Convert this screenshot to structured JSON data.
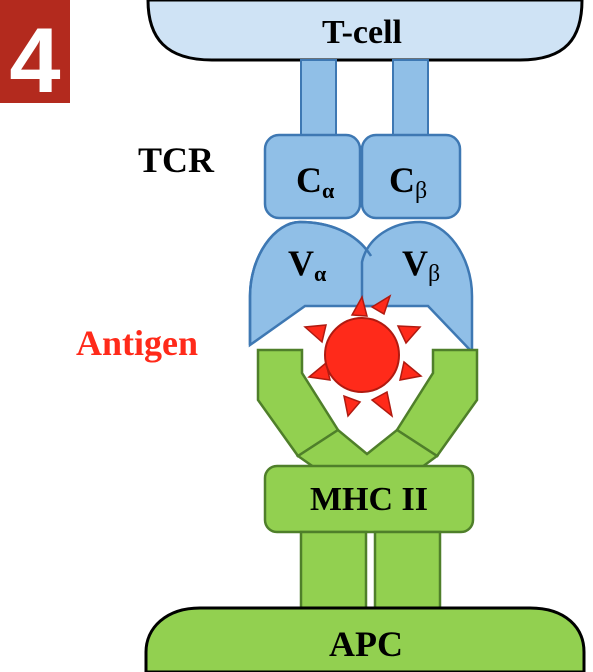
{
  "badge": {
    "text": "4",
    "color": "#b32a1e"
  },
  "labels": {
    "tcell": "T-cell",
    "tcr": "TCR",
    "c_alpha_main": "C",
    "c_alpha_sub": "α",
    "c_beta_main": "C",
    "c_beta_sub": "β",
    "v_alpha_main": "V",
    "v_alpha_sub": "α",
    "v_beta_main": "V",
    "v_beta_sub": "β",
    "antigen": "Antigen",
    "mhc": "MHC II",
    "apc": "APC"
  },
  "colors": {
    "tcell_fill": "#cfe3f5",
    "tcr_fill": "#90bfe7",
    "tcr_stroke": "#3e78b3",
    "mhc_fill": "#92d050",
    "mhc_stroke": "#4f7f2a",
    "antigen_fill": "#ff2a1a",
    "antigen_stroke": "#b01a10",
    "antigen_label": "#ff2a1a"
  }
}
